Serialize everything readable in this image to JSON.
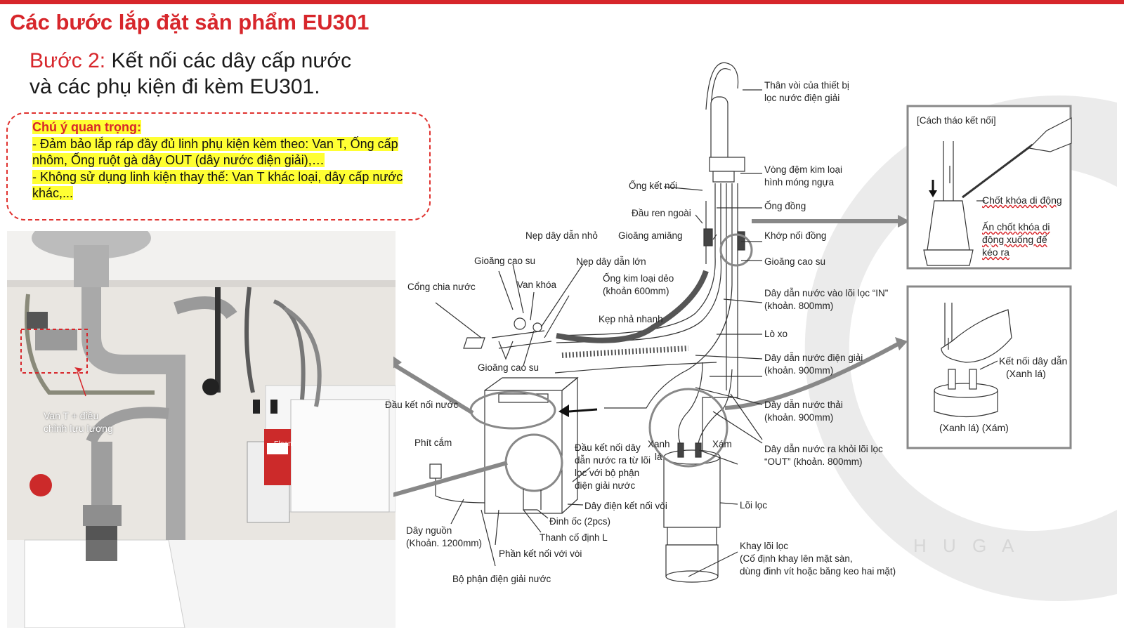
{
  "page": {
    "title": "Các bước lắp đặt sản phẩm EU301",
    "step_lead": "Bước 2:",
    "step_line1": "Kết nối các dây cấp nước",
    "step_line2": "và các phụ kiện đi kèm EU301."
  },
  "note": {
    "heading": "Chú ý quan trọng:",
    "line1": " - Đảm bảo lắp ráp đầy đủ linh phụ kiện kèm theo: Van T, Ống cấp nhôm, Ống ruột gà dây OUT (dây nước điện giải),…",
    "line2": "- Không sử dụng linh kiện thay thế: Van T khác loại, dây cấp nước khác,..."
  },
  "photo": {
    "caption_line1": "Van T + điều",
    "caption_line2": "chỉnh lưu lượng",
    "box_text": "Eleani"
  },
  "diagram": {
    "labels": {
      "than_voi": [
        "Thân vòi của thiết bị",
        "lọc nước điện giải"
      ],
      "vong_dem": [
        "Vòng đệm kim loại",
        "hình móng ngựa"
      ],
      "ong_ket_noi": "Ống kết nối",
      "ong_dong": "Ống đồng",
      "dau_ren": "Đầu ren ngoài",
      "nep_nho": "Nẹp dây dẫn nhỏ",
      "gioang_amiang": "Gioăng amiăng",
      "khop_noi": "Khớp nối đồng",
      "gioang_cao_su_1": "Gioăng cao su",
      "nep_lon": "Nẹp dây dẫn lớn",
      "gioang_cao_su_2": "Gioăng cao su",
      "van_khoa": "Van khóa",
      "cong_chia": "Cổng chia nước",
      "ong_kim_loai": [
        "Ống kim loại dẻo",
        "(khoản 600mm)"
      ],
      "day_vao": [
        "Dây dẫn nước vào lõi lọc “IN”",
        "(khoản. 800mm)"
      ],
      "kep_nha": "Kẹp nhả nhanh",
      "lo_xo": "Lò xo",
      "gioang_cao_su_3": "Gioăng cao su",
      "day_dien_giai": [
        "Dây dẫn nước điện giải",
        "(khoản. 900mm)"
      ],
      "dau_ket_noi_nuoc": "Đầu kết nối nước",
      "day_thai": [
        "Dây dẫn nước thải",
        "(khoản. 900mm)"
      ],
      "xanh_la": [
        "Xanh",
        "lá"
      ],
      "xam": "Xám",
      "phit_cam": "Phít cắm",
      "dau_ket_noi_day": [
        "Đầu kết nối dây",
        "dẫn nước ra từ lõi",
        "lọc với bộ phận",
        "điện giải nước"
      ],
      "day_ra": [
        "Dây dẫn nước ra khỏi lõi lọc",
        "“OUT” (khoản. 800mm)"
      ],
      "day_dien_voi": "Dây điện kết nối vòi",
      "loi_loc": "Lõi lọc",
      "day_nguon": [
        "Dây nguồn",
        "(Khoản. 1200mm)"
      ],
      "dinh_oc": "Đinh ốc (2pcs)",
      "thanh_co_dinh": "Thanh cố định L",
      "khay": [
        "Khay lõi lọc",
        "(Cố định khay lên mặt sàn,",
        "dùng đinh vít hoặc băng keo hai mặt)"
      ],
      "phan_ket_noi": "Phần kết nối với vòi",
      "bo_phan": "Bộ phận điện giải nước"
    },
    "inset1": {
      "title": "[Cách  tháo kết nối]",
      "label1": "Chốt khóa di động",
      "label2": [
        "Ấn chốt khóa di",
        "động xuống để",
        "kéo ra"
      ]
    },
    "inset2": {
      "label1": [
        "Kết nối dây dẫn",
        "(Xanh lá)"
      ],
      "label2": "(Xanh lá)  (Xám)"
    },
    "watermark": "H U G A"
  }
}
